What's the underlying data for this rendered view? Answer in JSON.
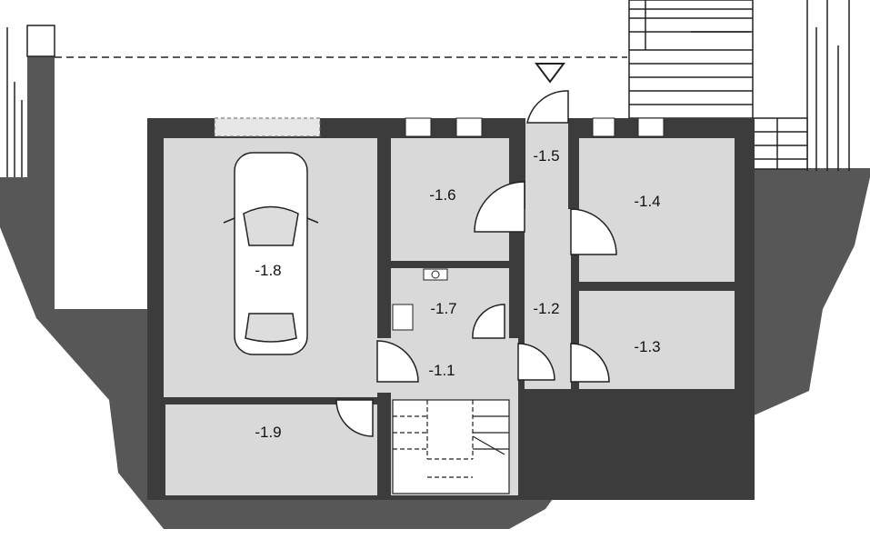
{
  "rooms": [
    {
      "id": "garage",
      "label": "-1.8"
    },
    {
      "id": "room-1-9",
      "label": "-1.9"
    },
    {
      "id": "room-1-6",
      "label": "-1.6"
    },
    {
      "id": "room-1-5",
      "label": "-1.5"
    },
    {
      "id": "room-1-4",
      "label": "-1.4"
    },
    {
      "id": "room-1-3",
      "label": "-1.3"
    },
    {
      "id": "room-1-7",
      "label": "-1.7"
    },
    {
      "id": "room-1-2",
      "label": "-1.2"
    },
    {
      "id": "room-1-1",
      "label": "-1.1"
    }
  ],
  "colors": {
    "ground": "#575757",
    "walls": "#3c3c3c",
    "rooms": "#d9d9d9"
  },
  "icons": [
    "car-icon",
    "level-marker-icon",
    "toilet-icon",
    "staircase-icon"
  ]
}
